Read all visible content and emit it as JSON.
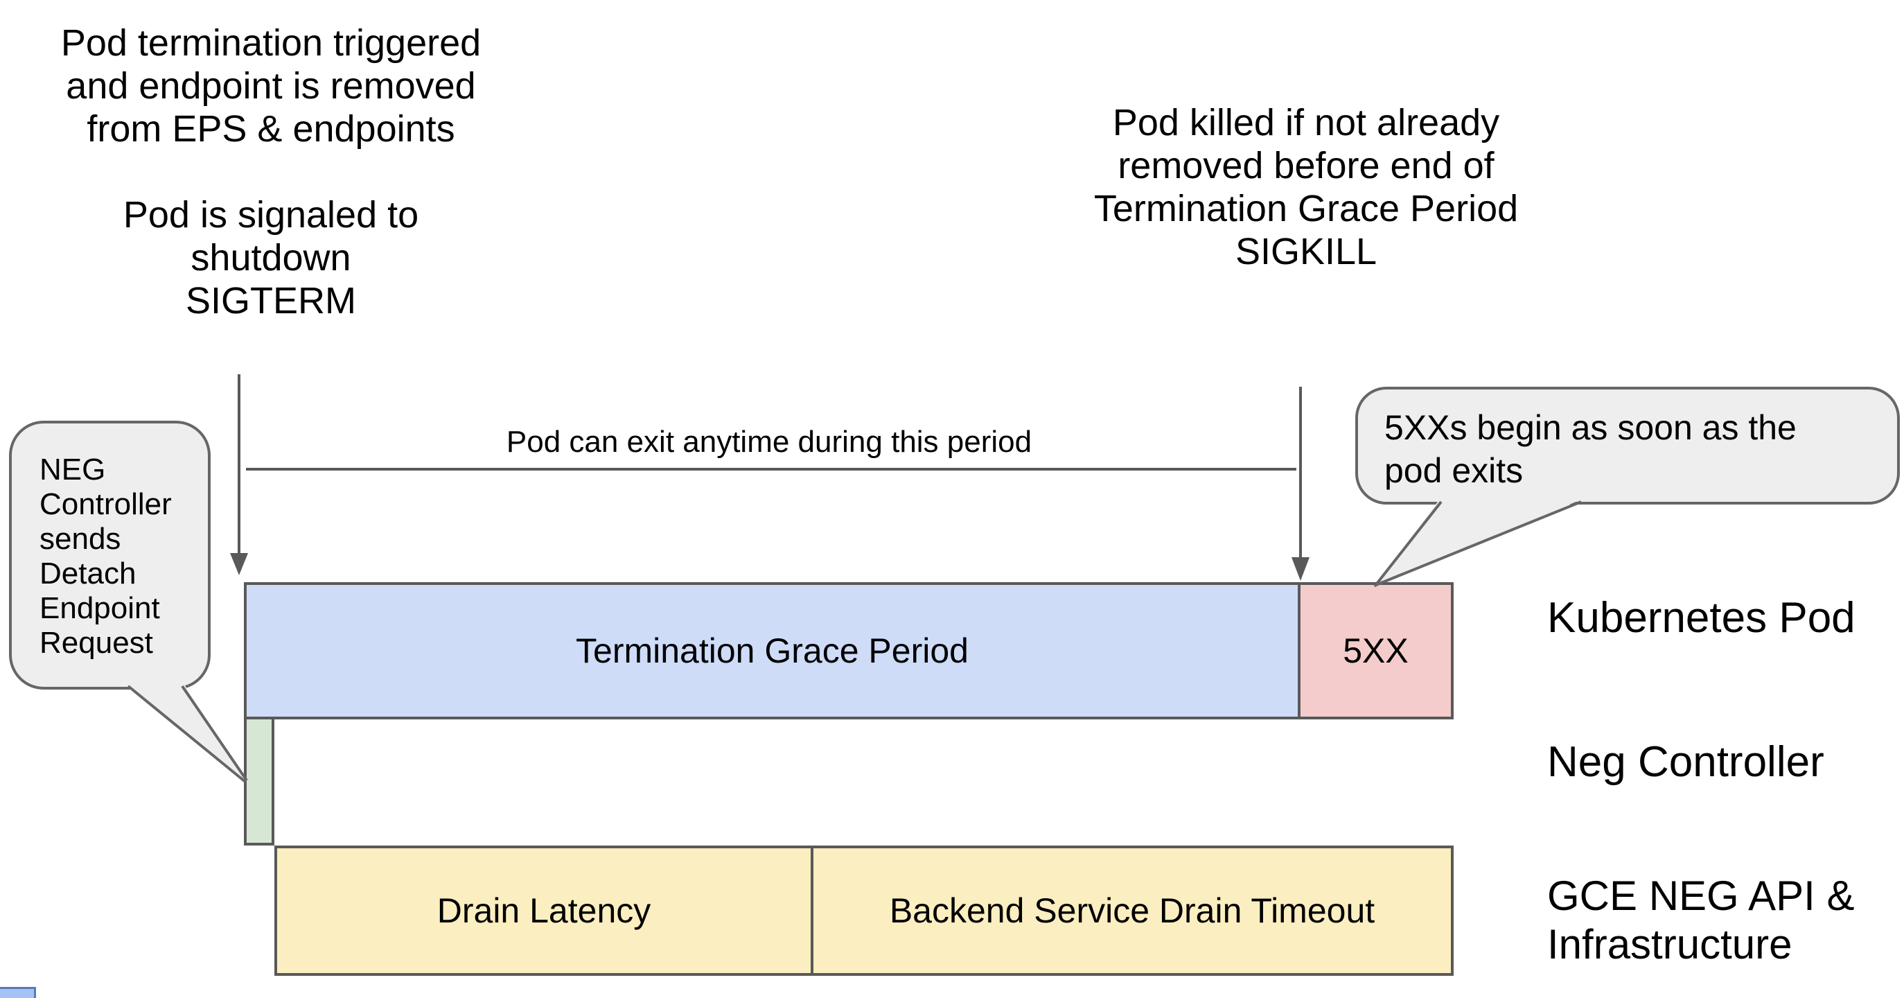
{
  "canvas": {
    "background": "#ffffff"
  },
  "colors": {
    "bar_border": "#595959",
    "line_and_arrow": "#595959",
    "callout_fill": "#eeeeee",
    "callout_border": "#666666",
    "grace_period_fill": "#cedcf8",
    "error_5xx_fill": "#f4cccc",
    "neg_controller_fill": "#d6e7d3",
    "drain_fill": "#fbeec0",
    "corner_chip_fill": "#a4c2f4",
    "text": "#000000"
  },
  "notes": {
    "top_left": "Pod termination triggered\nand endpoint is removed\nfrom EPS & endpoints\n\nPod is signaled to shutdown\nSIGTERM",
    "top_right": "Pod killed if not already\nremoved before end of\nTermination Grace Period\nSIGKILL",
    "period": "Pod can exit anytime during this period",
    "left_callout": "NEG\nController\nsends\nDetach\nEndpoint\nRequest",
    "right_callout": "5XXs begin as soon as the\npod exits"
  },
  "rows": {
    "kubernetes_pod": {
      "label": "Kubernetes Pod",
      "grace_segment": "Termination Grace Period",
      "error_segment": "5XX"
    },
    "neg_controller": {
      "label": "Neg Controller"
    },
    "gce": {
      "label": "GCE NEG API &\nInfrastructure",
      "drain_latency_segment": "Drain Latency",
      "backend_drain_segment": "Backend Service Drain Timeout"
    }
  }
}
